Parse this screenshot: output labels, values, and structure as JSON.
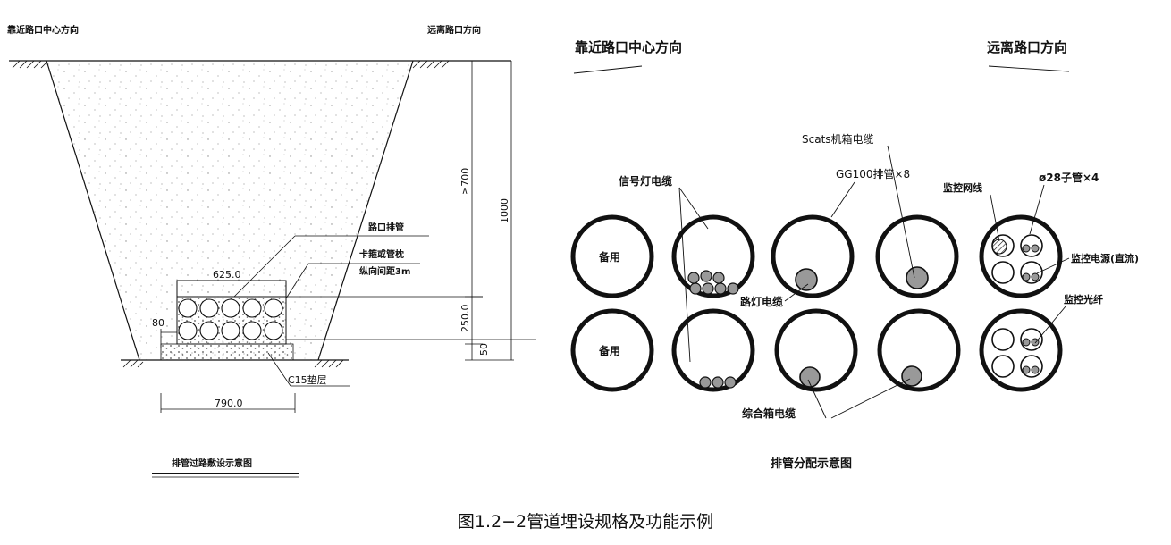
{
  "left": {
    "toward_center": "靠近路口中心方向",
    "away_center": "远离路口方向",
    "pipe_label": "路口排管",
    "clamp_label_1": "卡箍或管枕",
    "clamp_label_2": "纵向间距3m",
    "dim_top_width": "625.0",
    "dim_bottom_width": "790.0",
    "dim_left_80": "80",
    "dim_ge700": "≥700",
    "dim_1000": "1000",
    "dim_250": "250.0",
    "dim_50": "50",
    "base_label": "C15垫层",
    "title": "排管过路敷设示意图"
  },
  "right": {
    "toward_center": "靠近路口中心方向",
    "away_center": "远离路口方向",
    "scats_label": "Scats机箱电缆",
    "signal_label": "信号灯电缆",
    "gg100_label": "GG100排管×8",
    "monitor_net_label": "监控网线",
    "subpipe_label": "ø28子管×4",
    "spare_1": "备用",
    "spare_2": "备用",
    "monitor_power_label": "监控电源(直流)",
    "street_light_label": "路灯电缆",
    "monitor_fiber_label": "监控光纤",
    "combo_label": "综合箱电缆",
    "title": "排管分配示意图"
  },
  "caption": "图1.2−2管道埋设规格及功能示例"
}
